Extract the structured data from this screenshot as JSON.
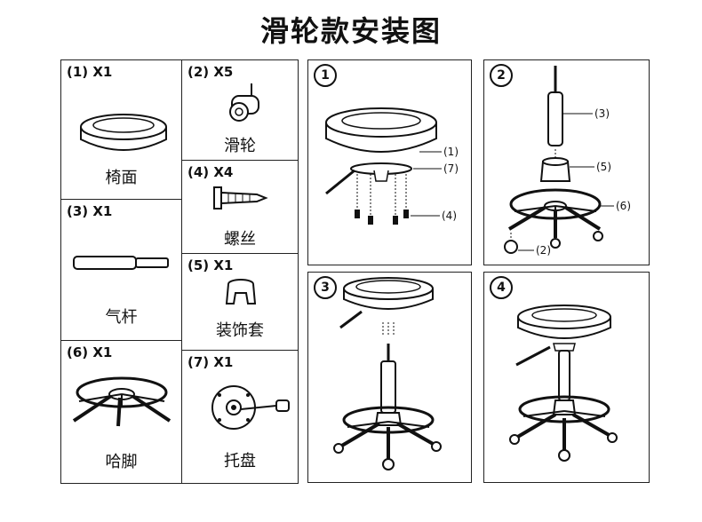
{
  "title": "滑轮款安装图",
  "parts": [
    {
      "label": "(1) X1",
      "name": "椅面"
    },
    {
      "label": "(2) X5",
      "name": "滑轮"
    },
    {
      "label": "(4) X4",
      "name": "螺丝"
    },
    {
      "label": "(3) X1",
      "name": "气杆"
    },
    {
      "label": "(5) X1",
      "name": "装饰套"
    },
    {
      "label": "(6) X1",
      "name": "哈脚"
    },
    {
      "label": "(7) X1",
      "name": "托盘"
    }
  ],
  "steps": [
    {
      "number": "1",
      "callouts": [
        "(1)",
        "(7)",
        "(4)"
      ]
    },
    {
      "number": "2",
      "callouts": [
        "(3)",
        "(5)",
        "(6)",
        "(2)"
      ]
    },
    {
      "number": "3",
      "callouts": []
    },
    {
      "number": "4",
      "callouts": []
    }
  ]
}
